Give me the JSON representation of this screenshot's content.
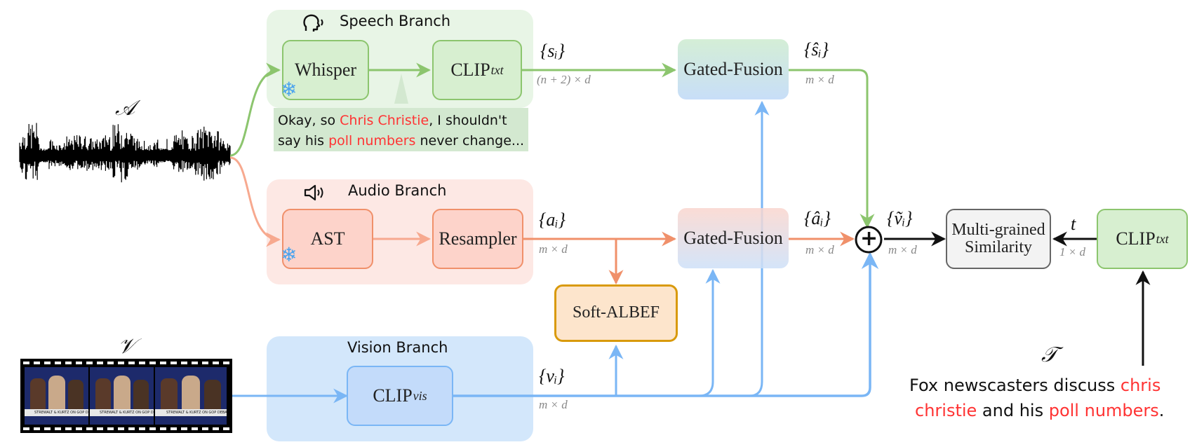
{
  "inputs": {
    "audio_symbol": "𝒜",
    "video_symbol": "𝒱",
    "text_symbol": "𝒯",
    "video_frame_caption": "STREWALT & KURTZ ON GOP DEBATE",
    "query_text": {
      "parts": [
        {
          "text": "Fox newscasters discuss ",
          "highlight": false
        },
        {
          "text": "chris",
          "highlight": true
        }
      ],
      "parts_line2": [
        {
          "text": "christie",
          "highlight": true
        },
        {
          "text": " and his ",
          "highlight": false
        },
        {
          "text": "poll numbers",
          "highlight": true
        },
        {
          "text": ".",
          "highlight": false
        }
      ]
    }
  },
  "branches": {
    "speech": {
      "title": "Speech Branch",
      "icon": "speaking-head-icon",
      "color": "#e8f5e6",
      "modules": {
        "whisper": "Whisper",
        "clip_txt": {
          "base": "CLIP",
          "sub": "txt"
        }
      },
      "transcript": {
        "line1": [
          {
            "text": "Okay, so ",
            "highlight": false
          },
          {
            "text": "Chris Christie",
            "highlight": true
          },
          {
            "text": ", I shouldn't",
            "highlight": false
          }
        ],
        "line2": [
          {
            "text": "say his ",
            "highlight": false
          },
          {
            "text": "poll numbers",
            "highlight": true
          },
          {
            "text": " never change...",
            "highlight": false
          }
        ]
      }
    },
    "audio": {
      "title": "Audio Branch",
      "icon": "speaker-icon",
      "color": "#fde8e4",
      "modules": {
        "ast": "AST",
        "resampler": "Resampler"
      }
    },
    "vision": {
      "title": "Vision Branch",
      "color": "#d3e7fb",
      "modules": {
        "clip_vis": {
          "base": "CLIP",
          "sub": "vis"
        }
      }
    }
  },
  "fusion": {
    "gated_fusion_top": "Gated-Fusion",
    "gated_fusion_bottom": "Gated-Fusion",
    "soft_albef": "Soft-ALBEF",
    "multi_grained": {
      "line1": "Multi-grained",
      "line2": "Similarity"
    },
    "clip_txt_right": {
      "base": "CLIP",
      "sub": "txt"
    },
    "plus_symbol": "+"
  },
  "edge_labels": {
    "s_i": "{sᵢ}",
    "s_i_dim": "(n + 2) × d",
    "s_hat": "{ŝᵢ}",
    "s_hat_dim": "m × d",
    "a_i": "{aᵢ}",
    "a_i_dim": "m × d",
    "a_hat": "{âᵢ}",
    "a_hat_dim": "m × d",
    "v_tilde": "{ṽᵢ}",
    "v_tilde_dim": "m × d",
    "v_i": "{vᵢ}",
    "v_i_dim": "m × d",
    "t": "t",
    "t_dim": "1 × d"
  },
  "colors": {
    "green": "#8cc56e",
    "salmon": "#f0906a",
    "salmon_light": "#f7a98f",
    "blue": "#7ab6f5",
    "black": "#111111",
    "highlight_red": "#ff3333",
    "albef_border": "#d99a0c",
    "albef_fill": "#fde5cc"
  }
}
